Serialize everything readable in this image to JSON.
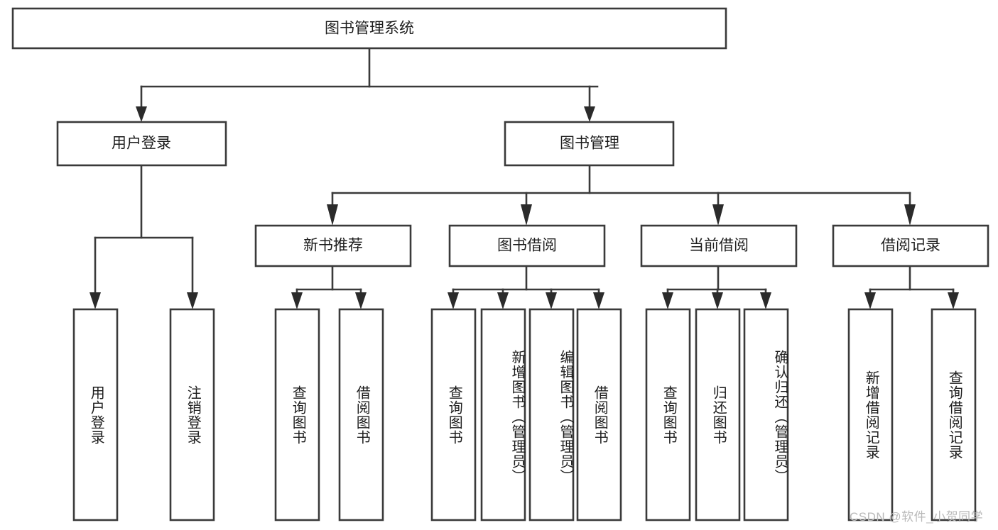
{
  "diagram": {
    "type": "tree-hierarchy",
    "title": "图书管理系统",
    "watermark": "CSDN @软件_小贺同学",
    "colors": {
      "stroke": "#3a3a3a",
      "arrow": "#2b2b2b",
      "box_fill": "#ffffff",
      "text": "#1d1d1d",
      "background": "#ffffff",
      "watermark": "#b9b9b9"
    },
    "levels": {
      "level1": [
        {
          "id": "root",
          "label": "图书管理系统",
          "orientation": "horizontal"
        }
      ],
      "level2": [
        {
          "id": "user-login",
          "label": "用户登录",
          "orientation": "horizontal",
          "parent": "root"
        },
        {
          "id": "book-manage",
          "label": "图书管理",
          "orientation": "horizontal",
          "parent": "root"
        }
      ],
      "level3": [
        {
          "id": "new-book-rec",
          "label": "新书推荐",
          "orientation": "horizontal",
          "parent": "book-manage"
        },
        {
          "id": "book-borrow",
          "label": "图书借阅",
          "orientation": "horizontal",
          "parent": "book-manage"
        },
        {
          "id": "current-borrow",
          "label": "当前借阅",
          "orientation": "horizontal",
          "parent": "book-manage"
        },
        {
          "id": "borrow-record",
          "label": "借阅记录",
          "orientation": "horizontal",
          "parent": "book-manage"
        }
      ],
      "leaves": [
        {
          "id": "leaf-user-login",
          "label": "用户登录",
          "orientation": "vertical",
          "parent": "user-login"
        },
        {
          "id": "leaf-logout",
          "label": "注销登录",
          "orientation": "vertical",
          "parent": "user-login"
        },
        {
          "id": "leaf-query-book-1",
          "label": "查询图书",
          "orientation": "vertical",
          "parent": "new-book-rec"
        },
        {
          "id": "leaf-borrow-book-1",
          "label": "借阅图书",
          "orientation": "vertical",
          "parent": "new-book-rec"
        },
        {
          "id": "leaf-query-book-2",
          "label": "查询图书",
          "orientation": "vertical",
          "parent": "book-borrow"
        },
        {
          "id": "leaf-add-book",
          "label": "新增图书（管理员）",
          "orientation": "vertical",
          "parent": "book-borrow"
        },
        {
          "id": "leaf-edit-book",
          "label": "编辑图书（管理员）",
          "orientation": "vertical",
          "parent": "book-borrow"
        },
        {
          "id": "leaf-borrow-book-2",
          "label": "借阅图书",
          "orientation": "vertical",
          "parent": "book-borrow"
        },
        {
          "id": "leaf-query-book-3",
          "label": "查询图书",
          "orientation": "vertical",
          "parent": "current-borrow"
        },
        {
          "id": "leaf-return-book",
          "label": "归还图书",
          "orientation": "vertical",
          "parent": "current-borrow"
        },
        {
          "id": "leaf-confirm-return",
          "label": "确认归还（管理员）",
          "orientation": "vertical",
          "parent": "current-borrow"
        },
        {
          "id": "leaf-add-record",
          "label": "新增借阅记录",
          "orientation": "vertical",
          "parent": "borrow-record"
        },
        {
          "id": "leaf-query-record",
          "label": "查询借阅记录",
          "orientation": "vertical",
          "parent": "borrow-record"
        }
      ]
    }
  }
}
